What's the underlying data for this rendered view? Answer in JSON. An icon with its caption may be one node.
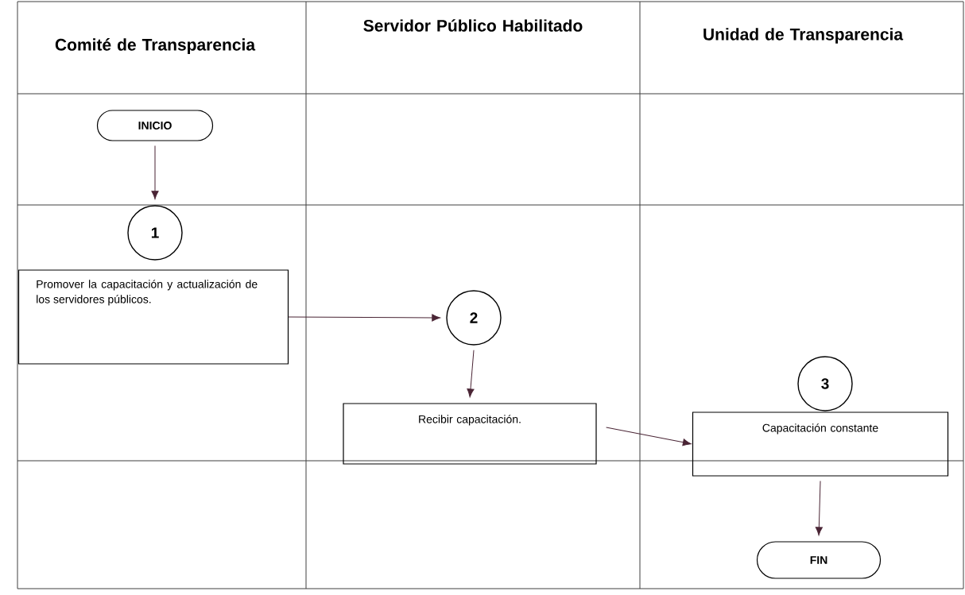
{
  "diagram": {
    "nodes": [
      {
        "text": [
          "INICIO"
        ]
      },
      {
        "text": [
          "1"
        ]
      },
      {
        "text": [
          "Promover la capacitación y actualización de los servidores públicos."
        ]
      },
      {
        "text": [
          "2"
        ]
      },
      {
        "text": [
          "Recibir capacitación."
        ]
      },
      {
        "text": [
          "3"
        ]
      },
      {
        "text": [
          "Capacitación constante"
        ]
      },
      {
        "text": [
          "FIN"
        ]
      }
    ],
    "edges": [
      {
        "from": 0,
        "to": 1,
        "arrow": "to"
      },
      {
        "from": 2,
        "to": 3,
        "arrow": "to"
      },
      {
        "from": 3,
        "to": 4,
        "arrow": "to"
      },
      {
        "from": 4,
        "to": 6,
        "arrow": "to"
      },
      {
        "from": 6,
        "to": 7,
        "arrow": "to"
      }
    ],
    "labels": [
      "Comité de Transparencia",
      "Servidor Público Habilitado",
      "Unidad de Transparencia"
    ]
  }
}
